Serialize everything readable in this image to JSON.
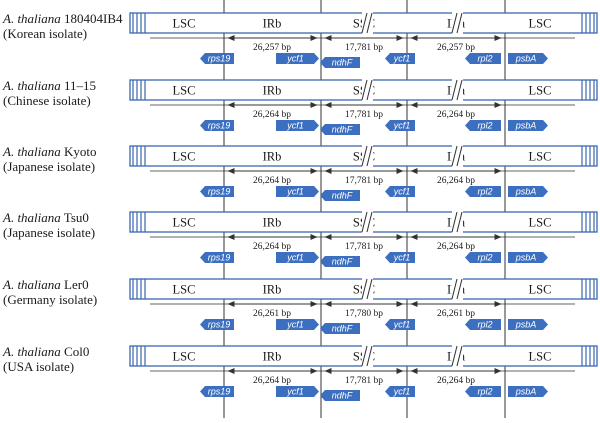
{
  "rows": [
    {
      "name_italic": "A. thaliana",
      "name_rest": " 180404IB4",
      "isolate": "(Korean isolate)",
      "regions": [
        "LSC",
        "IRb",
        "SSC",
        "IRa",
        "LSC"
      ],
      "sizes": [
        "26,257 bp",
        "17,781 bp",
        "26,257 bp"
      ],
      "genes": [
        "rps19",
        "ycf1",
        "ndhF",
        "ycf1",
        "rpl2",
        "psbA"
      ]
    },
    {
      "name_italic": "A. thaliana",
      "name_rest": " 11–15",
      "isolate": "(Chinese isolate)",
      "regions": [
        "LSC",
        "IRb",
        "SSC",
        "IRa",
        "LSC"
      ],
      "sizes": [
        "26,264 bp",
        "17,781 bp",
        "26,264 bp"
      ],
      "genes": [
        "rps19",
        "ycf1",
        "ndhF",
        "ycf1",
        "rpl2",
        "psbA"
      ]
    },
    {
      "name_italic": "A. thaliana",
      "name_rest": " Kyoto",
      "isolate": "(Japanese isolate)",
      "regions": [
        "LSC",
        "IRb",
        "SSC",
        "IRa",
        "LSC"
      ],
      "sizes": [
        "26,264 bp",
        "17,781 bp",
        "26,264 bp"
      ],
      "genes": [
        "rps19",
        "ycf1",
        "ndhF",
        "ycf1",
        "rpl2",
        "psbA"
      ]
    },
    {
      "name_italic": "A. thaliana",
      "name_rest": " Tsu0",
      "isolate": "(Japanese isolate)",
      "regions": [
        "LSC",
        "IRb",
        "SSC",
        "IRa",
        "LSC"
      ],
      "sizes": [
        "26,264 bp",
        "17,781 bp",
        "26,264 bp"
      ],
      "genes": [
        "rps19",
        "ycf1",
        "ndhF",
        "ycf1",
        "rpl2",
        "psbA"
      ]
    },
    {
      "name_italic": "A. thaliana",
      "name_rest": " Ler0",
      "isolate": "(Germany isolate)",
      "regions": [
        "LSC",
        "IRb",
        "SSC",
        "IRa",
        "LSC"
      ],
      "sizes": [
        "26,261 bp",
        "17,780 bp",
        "26,261 bp"
      ],
      "genes": [
        "rps19",
        "ycf1",
        "ndhF",
        "ycf1",
        "rpl2",
        "psbA"
      ]
    },
    {
      "name_italic": "A. thaliana",
      "name_rest": " Col0",
      "isolate": "(USA isolate)",
      "regions": [
        "LSC",
        "IRb",
        "SSC",
        "IRa",
        "LSC"
      ],
      "sizes": [
        "26,264 bp",
        "17,781 bp",
        "26,264 bp"
      ],
      "genes": [
        "rps19",
        "ycf1",
        "ndhF",
        "ycf1",
        "rpl2",
        "psbA"
      ]
    }
  ],
  "colors": {
    "bar_stroke": "#3a66b0",
    "gene_fill": "#3d6fc0",
    "gene_text": "#ffffff",
    "line": "#333333"
  }
}
